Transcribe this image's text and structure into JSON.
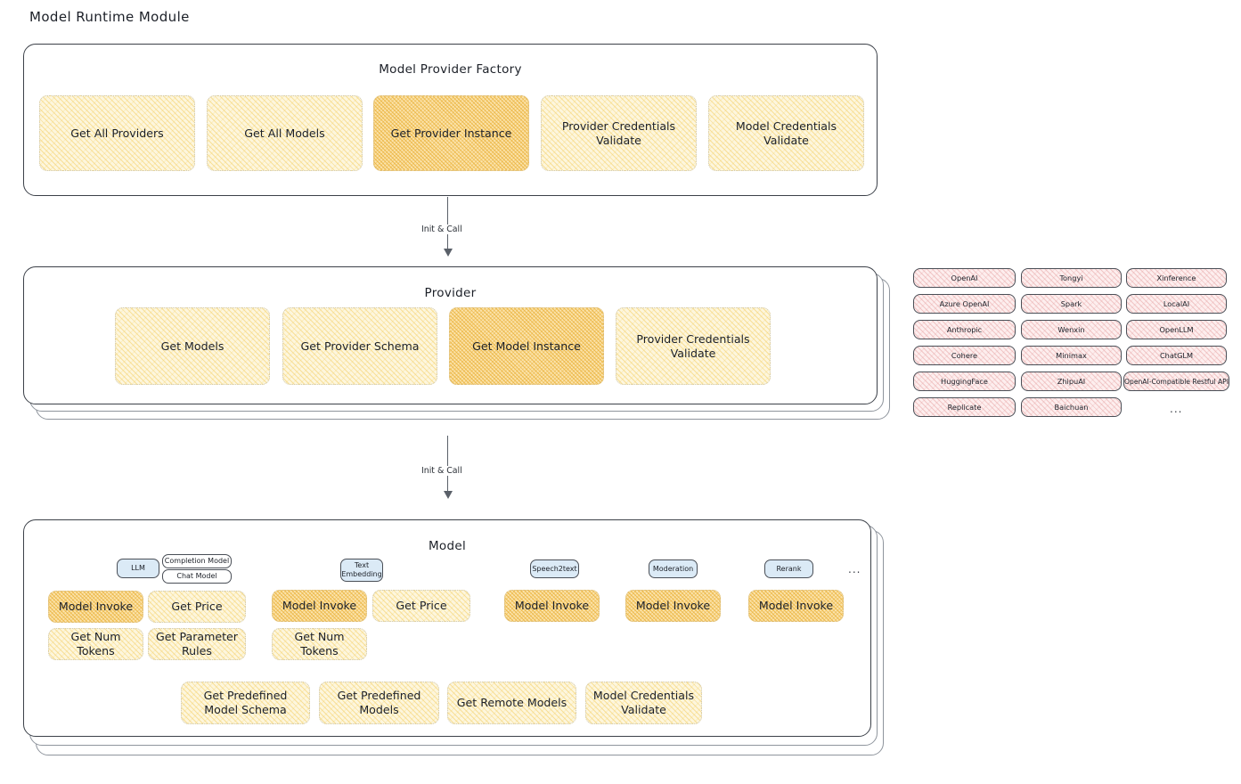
{
  "page": {
    "title": "Model Runtime Module"
  },
  "factory": {
    "title": "Model Provider Factory",
    "nodes": [
      {
        "label": "Get All Providers",
        "highlight": false
      },
      {
        "label": "Get All Models",
        "highlight": false
      },
      {
        "label": "Get Provider Instance",
        "highlight": true
      },
      {
        "label": "Provider Credentials Validate",
        "highlight": false
      },
      {
        "label": "Model Credentials Validate",
        "highlight": false
      }
    ]
  },
  "arrows": [
    {
      "label": "Init & Call"
    },
    {
      "label": "Init & Call"
    }
  ],
  "provider": {
    "title": "Provider",
    "nodes": [
      {
        "label": "Get Models",
        "highlight": false
      },
      {
        "label": "Get Provider Schema",
        "highlight": false
      },
      {
        "label": "Get Model Instance",
        "highlight": true
      },
      {
        "label": "Provider Credentials Validate",
        "highlight": false
      }
    ]
  },
  "provider_list": {
    "columns": [
      [
        "OpenAI",
        "Azure OpenAI",
        "Anthropic",
        "Cohere",
        "HuggingFace",
        "Replicate"
      ],
      [
        "Tongyi",
        "Spark",
        "Wenxin",
        "Minimax",
        "ZhipuAI",
        "Baichuan"
      ],
      [
        "Xinference",
        "LocalAI",
        "OpenLLM",
        "ChatGLM",
        "OpenAI-Compatible Restful API"
      ]
    ],
    "more": "..."
  },
  "model": {
    "title": "Model",
    "more": "...",
    "types": [
      {
        "badge": "LLM",
        "sub_badges": [
          "Completion Model",
          "Chat Model"
        ],
        "nodes": [
          {
            "label": "Model Invoke",
            "highlight": true
          },
          {
            "label": "Get Price",
            "highlight": false
          },
          {
            "label": "Get Num Tokens",
            "highlight": false
          },
          {
            "label": "Get Parameter Rules",
            "highlight": false
          }
        ]
      },
      {
        "badge": "Text Embedding",
        "sub_badges": [],
        "nodes": [
          {
            "label": "Model Invoke",
            "highlight": true
          },
          {
            "label": "Get Price",
            "highlight": false
          },
          {
            "label": "Get Num Tokens",
            "highlight": false
          }
        ]
      },
      {
        "badge": "Speech2text",
        "sub_badges": [],
        "nodes": [
          {
            "label": "Model Invoke",
            "highlight": true
          }
        ]
      },
      {
        "badge": "Moderation",
        "sub_badges": [],
        "nodes": [
          {
            "label": "Model Invoke",
            "highlight": true
          }
        ]
      },
      {
        "badge": "Rerank",
        "sub_badges": [],
        "nodes": [
          {
            "label": "Model Invoke",
            "highlight": true
          }
        ]
      }
    ],
    "common_nodes": [
      {
        "label": "Get Predefined Model Schema"
      },
      {
        "label": "Get Predefined Models"
      },
      {
        "label": "Get Remote Models"
      },
      {
        "label": "Model Credentials Validate"
      }
    ]
  },
  "colors": {
    "node_fill": "#fdf6dd",
    "node_highlight_fill": "#fbe3ab",
    "pill_fill": "#fdeeee",
    "badge_fill": "#dbeaf6",
    "stroke": "#3c4149"
  }
}
